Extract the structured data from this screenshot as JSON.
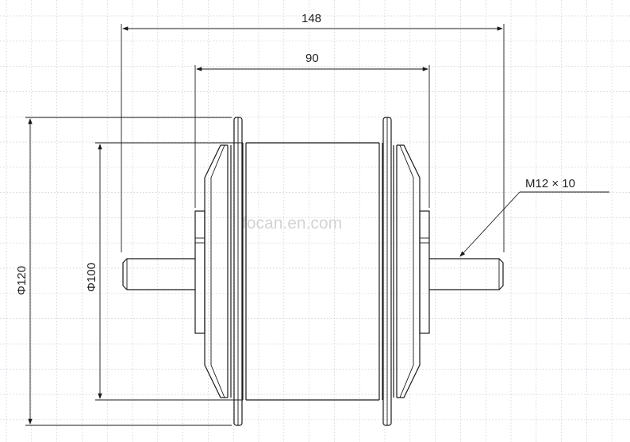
{
  "dimensions": {
    "overall_width": "148",
    "flange_spacing": "90",
    "diameter_outer": "Φ120",
    "diameter_inner": "Φ100",
    "thread": "M12 × 10"
  },
  "watermark": "focan.en.com"
}
